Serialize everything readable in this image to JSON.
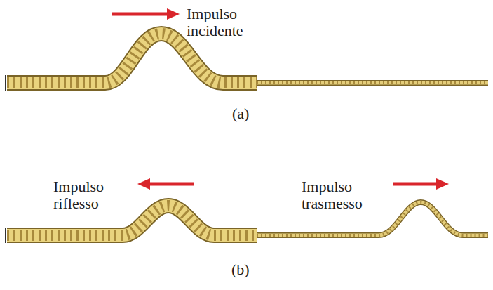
{
  "diagram": {
    "labels": [
      "Impulso incidente",
      "(a)",
      "Impulso riflesso",
      "Impulso trasmesso",
      "(b)"
    ]
  }
}
